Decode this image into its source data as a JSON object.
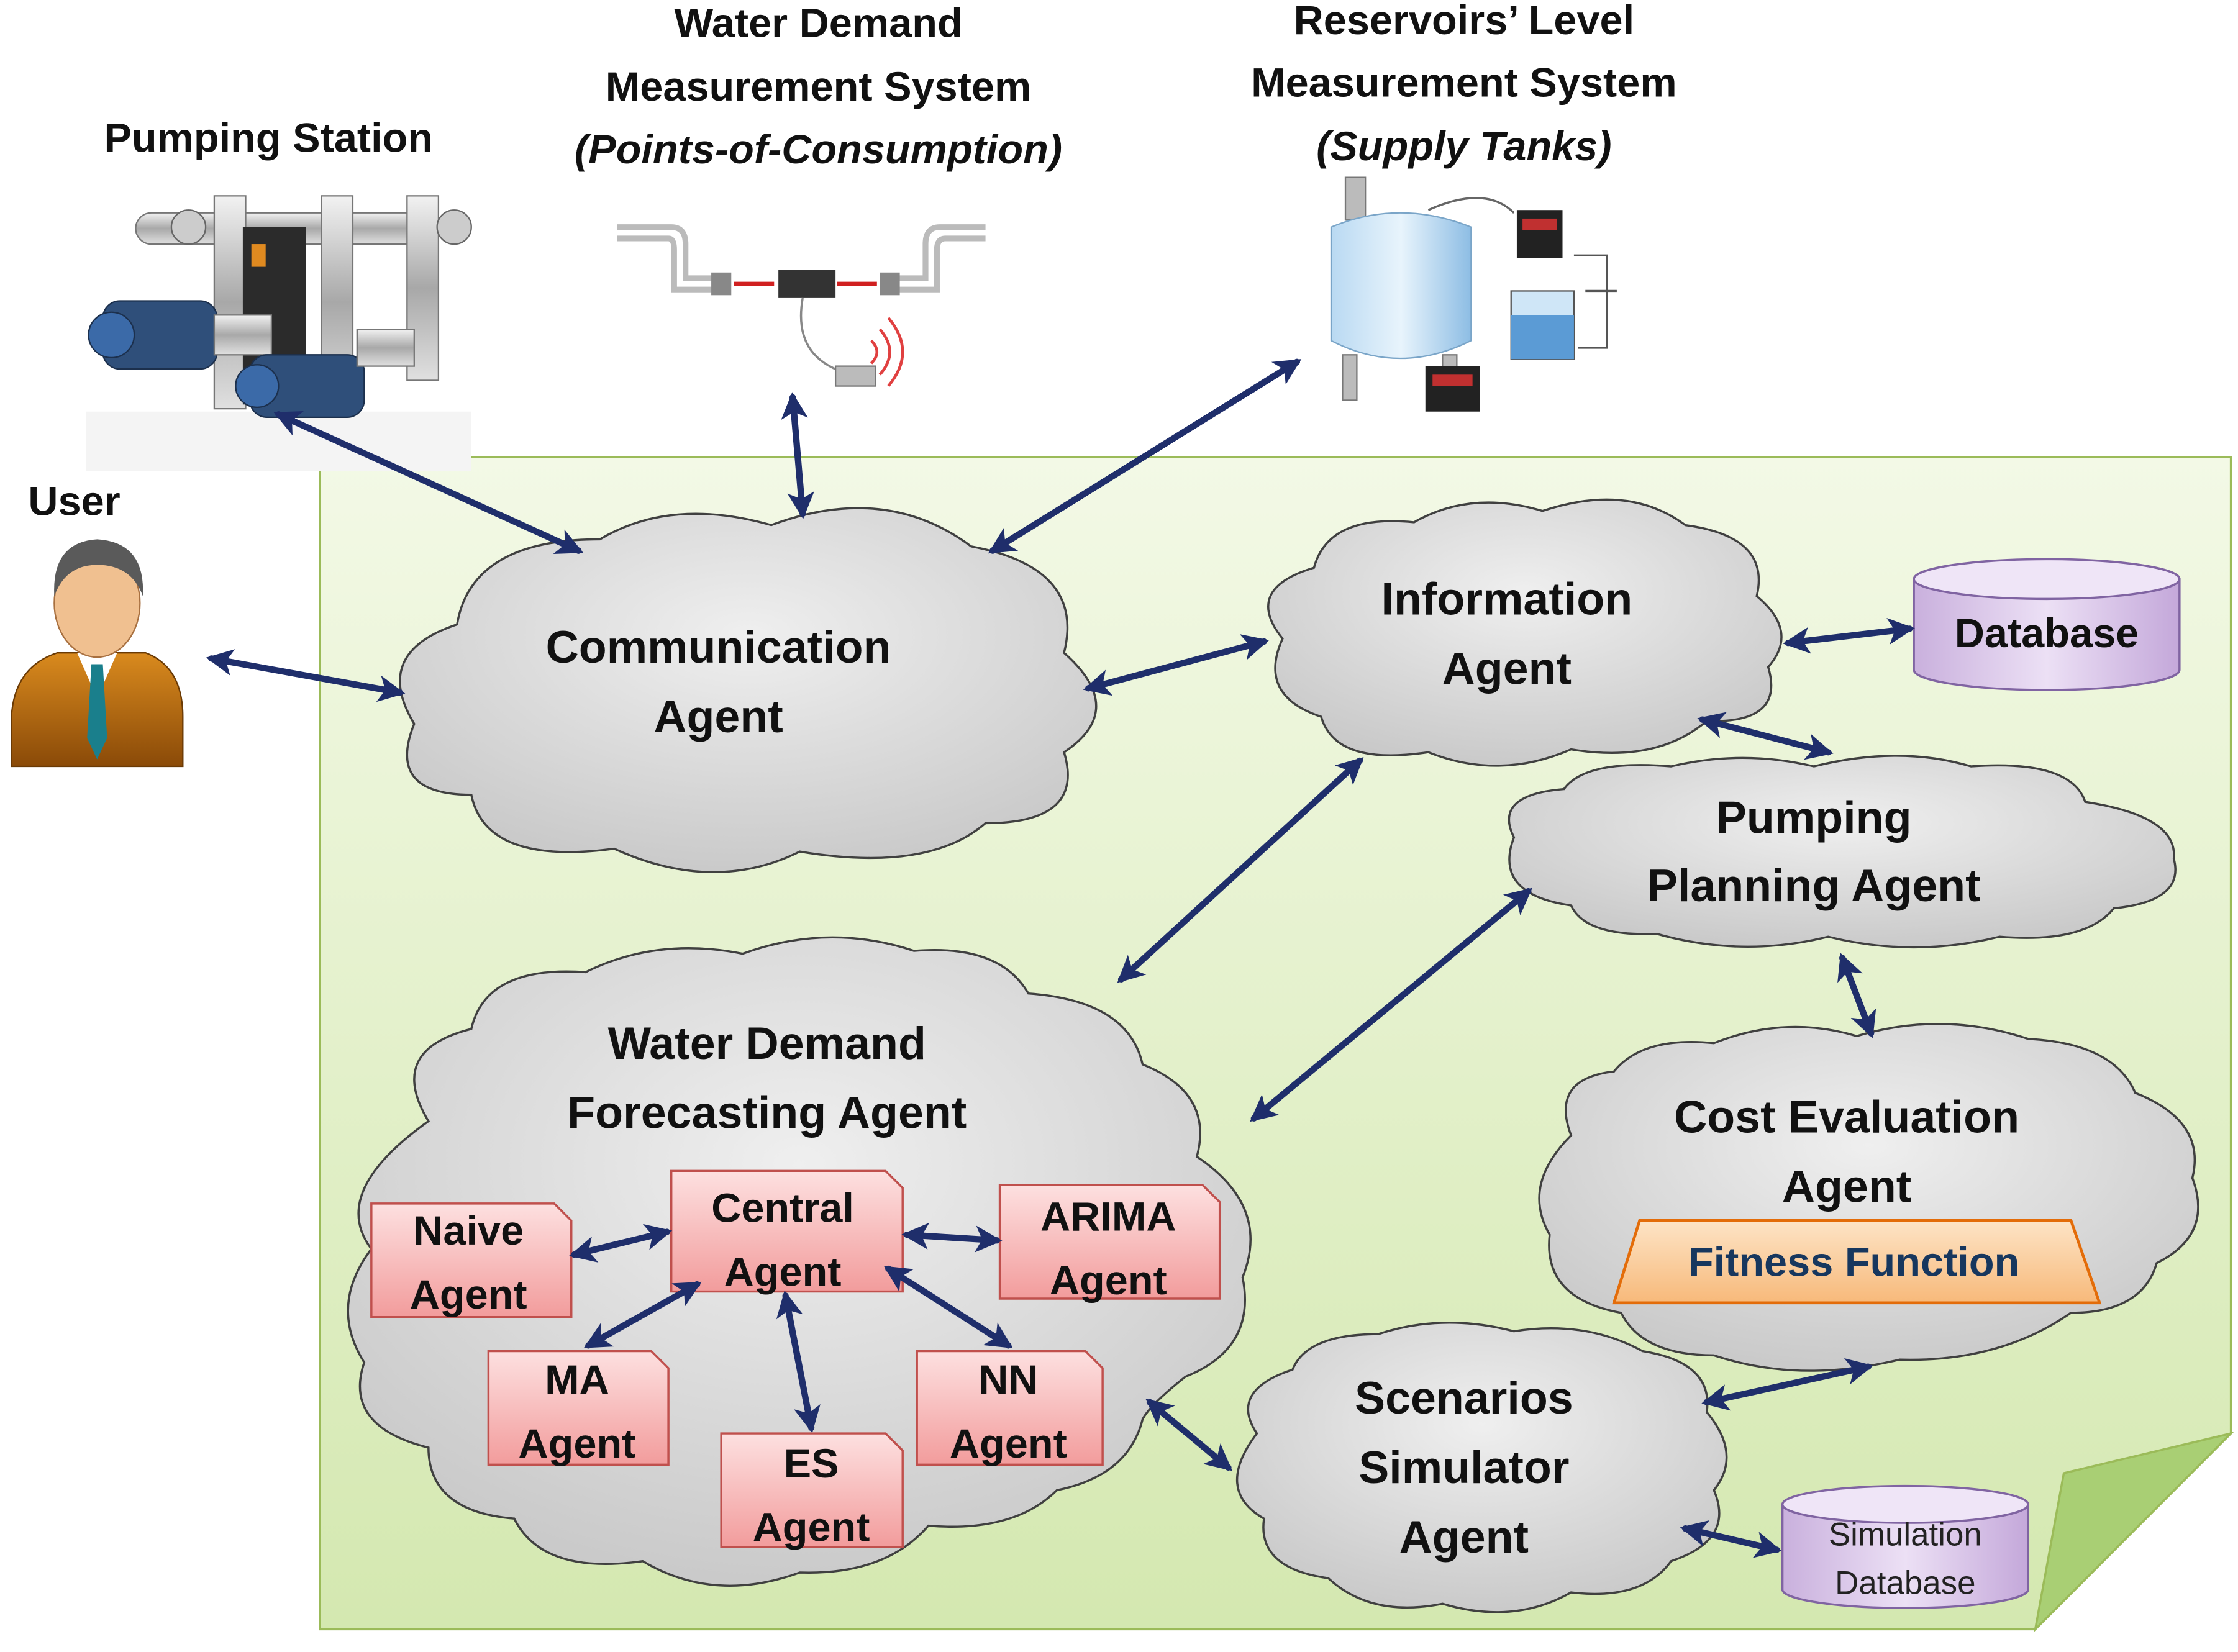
{
  "external": {
    "pumping_station": "Pumping Station",
    "water_demand_title_1": "Water Demand",
    "water_demand_title_2": "Measurement System",
    "water_demand_sub": "(Points-of-Consumption)",
    "reservoir_title_1": "Reservoirs’ Level",
    "reservoir_title_2": "Measurement System",
    "reservoir_sub": "(Supply Tanks)",
    "user": "User"
  },
  "agents": {
    "communication": [
      "Communication",
      "Agent"
    ],
    "information": [
      "Information",
      "Agent"
    ],
    "pumping_planning": [
      "Pumping",
      "Planning Agent"
    ],
    "water_demand_forecasting": [
      "Water Demand",
      "Forecasting Agent"
    ],
    "cost_evaluation": [
      "Cost Evaluation",
      "Agent"
    ],
    "scenarios_simulator": [
      "Scenarios",
      "Simulator",
      "Agent"
    ]
  },
  "fitness_function": "Fitness Function",
  "databases": {
    "database": "Database",
    "simulation_database": [
      "Simulation",
      "Database"
    ]
  },
  "sub_agents": {
    "naive": [
      "Naive",
      "Agent"
    ],
    "central": [
      "Central",
      "Agent"
    ],
    "arima": [
      "ARIMA",
      "Agent"
    ],
    "ma": [
      "MA",
      "Agent"
    ],
    "es": [
      "ES",
      "Agent"
    ],
    "nn": [
      "NN",
      "Agent"
    ]
  },
  "colors": {
    "panel_fill_top": "#f3f9e6",
    "panel_fill_bottom": "#d4e8b0",
    "panel_border": "#9bbb59",
    "cloud_fill": "#d6d6d6",
    "cloud_stroke": "#404040",
    "arrow": "#1f2e6b",
    "sub_agent_fill": "#f6b9b9",
    "sub_agent_border": "#c0504d",
    "database_fill": "#d9c3e9",
    "database_border": "#8064a2",
    "fitness_fill": "#fbd3a6",
    "fitness_border": "#e36c09",
    "fitness_text": "#17375e"
  },
  "icons": [
    "pumping-station-icon",
    "flow-meter-icon",
    "reservoir-tank-icon",
    "user-avatar-icon",
    "cloud-shape",
    "database-cylinder"
  ]
}
